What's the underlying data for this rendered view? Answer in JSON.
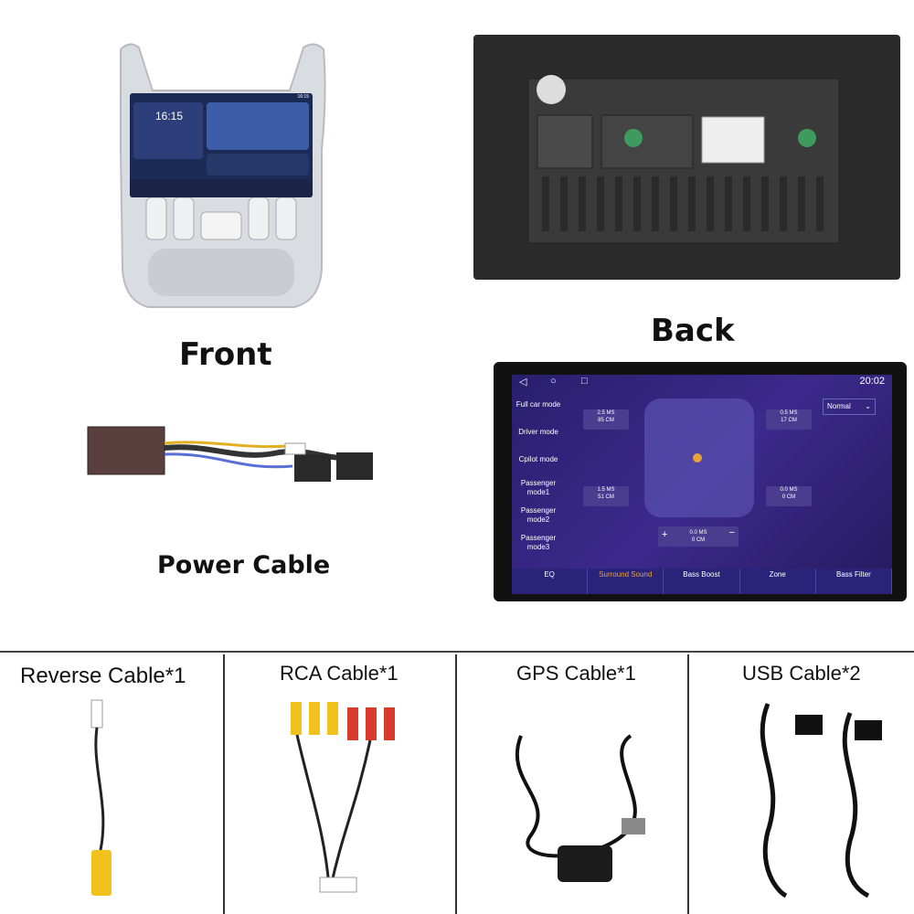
{
  "top": {
    "front_label": "Front",
    "back_label": "Back",
    "power_label": "Power Cable"
  },
  "front_screen": {
    "time": "16:15",
    "status_time": "16:15"
  },
  "android_screen": {
    "status_time": "20:02",
    "preset": "Normal",
    "modes": [
      "Full car mode",
      "Driver mode",
      "Cpilot mode",
      "Passenger mode1",
      "Passenger mode2",
      "Passenger mode3"
    ],
    "speakers": {
      "front_left": {
        "ms": "2.5 MS",
        "cm": "85 CM"
      },
      "front_right": {
        "ms": "0.5 MS",
        "cm": "17 CM"
      },
      "rear_left": {
        "ms": "1.5 MS",
        "cm": "51 CM"
      },
      "rear_right": {
        "ms": "0.0 MS",
        "cm": "0 CM"
      },
      "sub": {
        "ms": "0.0 MS",
        "cm": "0 CM"
      }
    },
    "tabs": [
      "EQ",
      "Surround Sound",
      "Bass Boost",
      "Zone",
      "Bass Filter"
    ],
    "active_tab": "Surround Sound"
  },
  "bottom": {
    "items": [
      {
        "label": "Reverse Cable*1"
      },
      {
        "label": "RCA Cable*1"
      },
      {
        "label": "GPS Cable*1"
      },
      {
        "label": "USB Cable*2"
      }
    ]
  },
  "colors": {
    "accent": "#e8a23a",
    "screen_bg": "#2a1e6e"
  }
}
